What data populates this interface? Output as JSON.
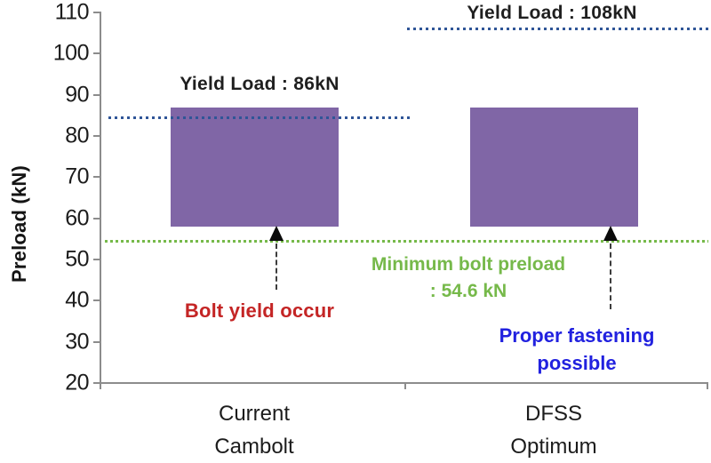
{
  "chart_data": {
    "type": "bar",
    "title": "",
    "xlabel": "",
    "ylabel": "Preload (kN)",
    "ylim": [
      20,
      110
    ],
    "y_ticks": [
      110,
      100,
      90,
      80,
      70,
      60,
      50,
      40,
      30,
      20
    ],
    "grid": "off",
    "legend": "none",
    "categories": [
      [
        "Current",
        "Cambolt"
      ],
      [
        "DFSS",
        "Optimum"
      ]
    ],
    "bars": [
      {
        "category": "Current Cambolt",
        "preload_range_kn": [
          58,
          87
        ]
      },
      {
        "category": "DFSS Optimum",
        "preload_range_kn": [
          58,
          87
        ]
      }
    ],
    "ref_lines": [
      {
        "name": "yield-load-current-line",
        "value_kn": 86,
        "drawn_at_kn": 84.5,
        "color": "#2F5597",
        "style": "dotted",
        "span": "left"
      },
      {
        "name": "yield-load-dfss-line",
        "value_kn": 108,
        "drawn_at_kn": 106,
        "color": "#2F5597",
        "style": "dotted",
        "span": "right"
      },
      {
        "name": "minimum-preload-line",
        "value_kn": 54.6,
        "drawn_at_kn": 54.5,
        "color": "#76B94A",
        "style": "dotted",
        "span": "full"
      }
    ],
    "annotations": {
      "yield_current": "Yield Load : 86kN",
      "yield_dfss": "Yield Load : 108kN",
      "bolt_yield": "Bolt yield occur",
      "min_preload_line1": "Minimum bolt preload",
      "min_preload_line2": ": 54.6 kN",
      "proper_line1": "Proper fastening",
      "proper_line2": "possible"
    },
    "colors": {
      "bar": "#8066A6",
      "yield_line": "#2F5597",
      "min_preload_line": "#76B94A",
      "bolt_yield_text": "#C42525",
      "min_preload_text": "#76B94A",
      "proper_fastening_text": "#2121DF",
      "axis": "#8C8C8C",
      "tick_text": "#1C1C1C"
    }
  }
}
